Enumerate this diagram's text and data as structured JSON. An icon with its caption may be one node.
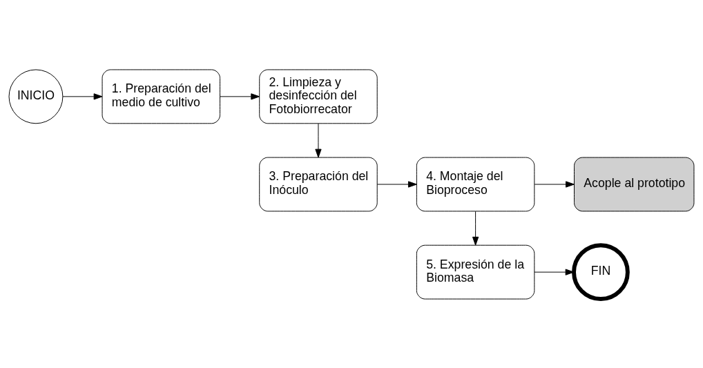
{
  "diagram": {
    "nodes": [
      {
        "text": [
          "INICIO"
        ]
      },
      {
        "text": [
          "1. Preparación del medio de cultivo"
        ]
      },
      {
        "text": [
          "2. Limpieza y desinfección del Fotobiorrecator"
        ]
      },
      {
        "text": [
          "3. Preparación del Inóculo"
        ]
      },
      {
        "text": [
          "4. Montaje del Bioproceso"
        ]
      },
      {
        "text": [
          "Acople al prototipo"
        ]
      },
      {
        "text": [
          "5. Expresión de la Biomasa"
        ]
      },
      {
        "text": [
          "FIN"
        ]
      }
    ],
    "edges": [
      {
        "from": 0,
        "to": 1,
        "arrow": "to"
      },
      {
        "from": 1,
        "to": 2,
        "arrow": "to"
      },
      {
        "from": 2,
        "to": 3,
        "arrow": "to"
      },
      {
        "from": 3,
        "to": 4,
        "arrow": "to"
      },
      {
        "from": 4,
        "to": 5,
        "arrow": "to"
      },
      {
        "from": 4,
        "to": 6,
        "arrow": "to"
      },
      {
        "from": 6,
        "to": 7,
        "arrow": "to"
      }
    ]
  }
}
